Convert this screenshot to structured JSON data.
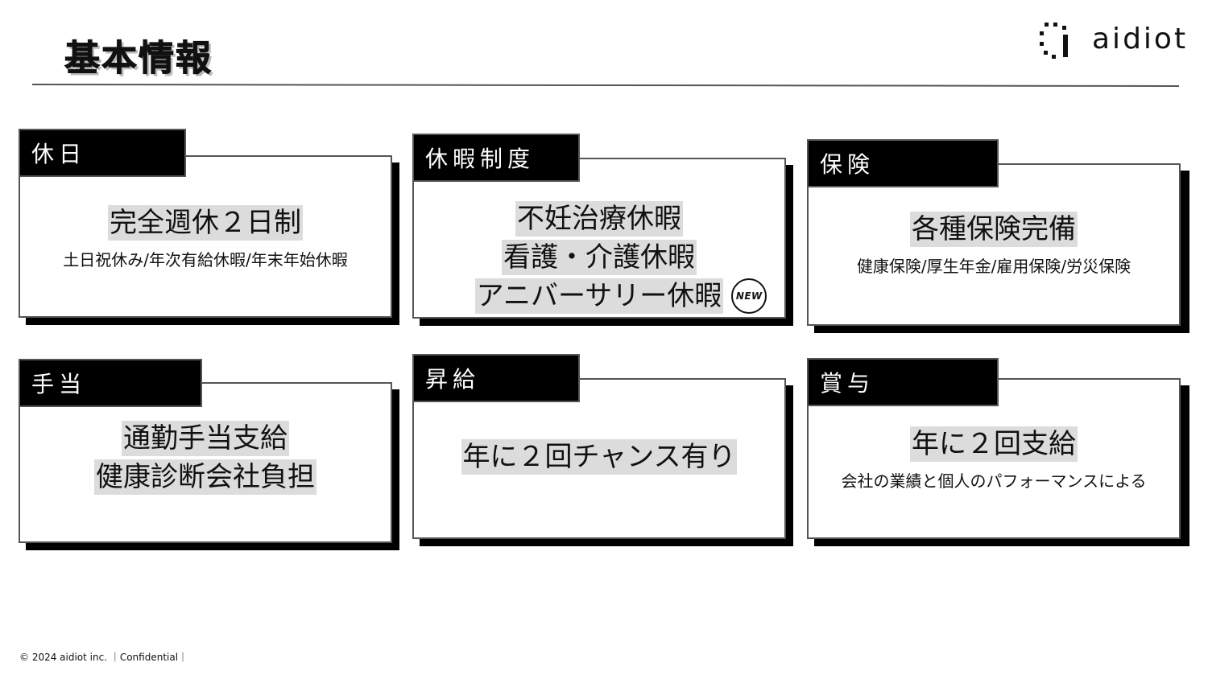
{
  "page": {
    "title": "基本情報",
    "logo_text": "aidiot",
    "footer": "© 2024 aidiot inc. ｜Confidential｜"
  },
  "cards": {
    "holidays": {
      "tag": "休日",
      "headline": "完全週休２日制",
      "sub": "土日祝休み/年次有給休暇/年末年始休暇"
    },
    "leave": {
      "tag": "休暇制度",
      "lines": [
        "不妊治療休暇",
        "看護・介護休暇",
        "アニバーサリー休暇"
      ],
      "new_badge": "NEW"
    },
    "insurance": {
      "tag": "保険",
      "headline": "各種保険完備",
      "sub": "健康保険/厚生年金/雇用保険/労災保険"
    },
    "allowance": {
      "tag": "手当",
      "lines": [
        "通勤手当支給",
        "健康診断会社負担"
      ]
    },
    "raise": {
      "tag": "昇給",
      "headline": "年に２回チャンス有り"
    },
    "bonus": {
      "tag": "賞与",
      "headline": "年に２回支給",
      "sub": "会社の業績と個人のパフォーマンスによる"
    }
  },
  "colors": {
    "tag_bg": "#000000",
    "highlight": "#dcdcdc",
    "border": "#555555"
  }
}
